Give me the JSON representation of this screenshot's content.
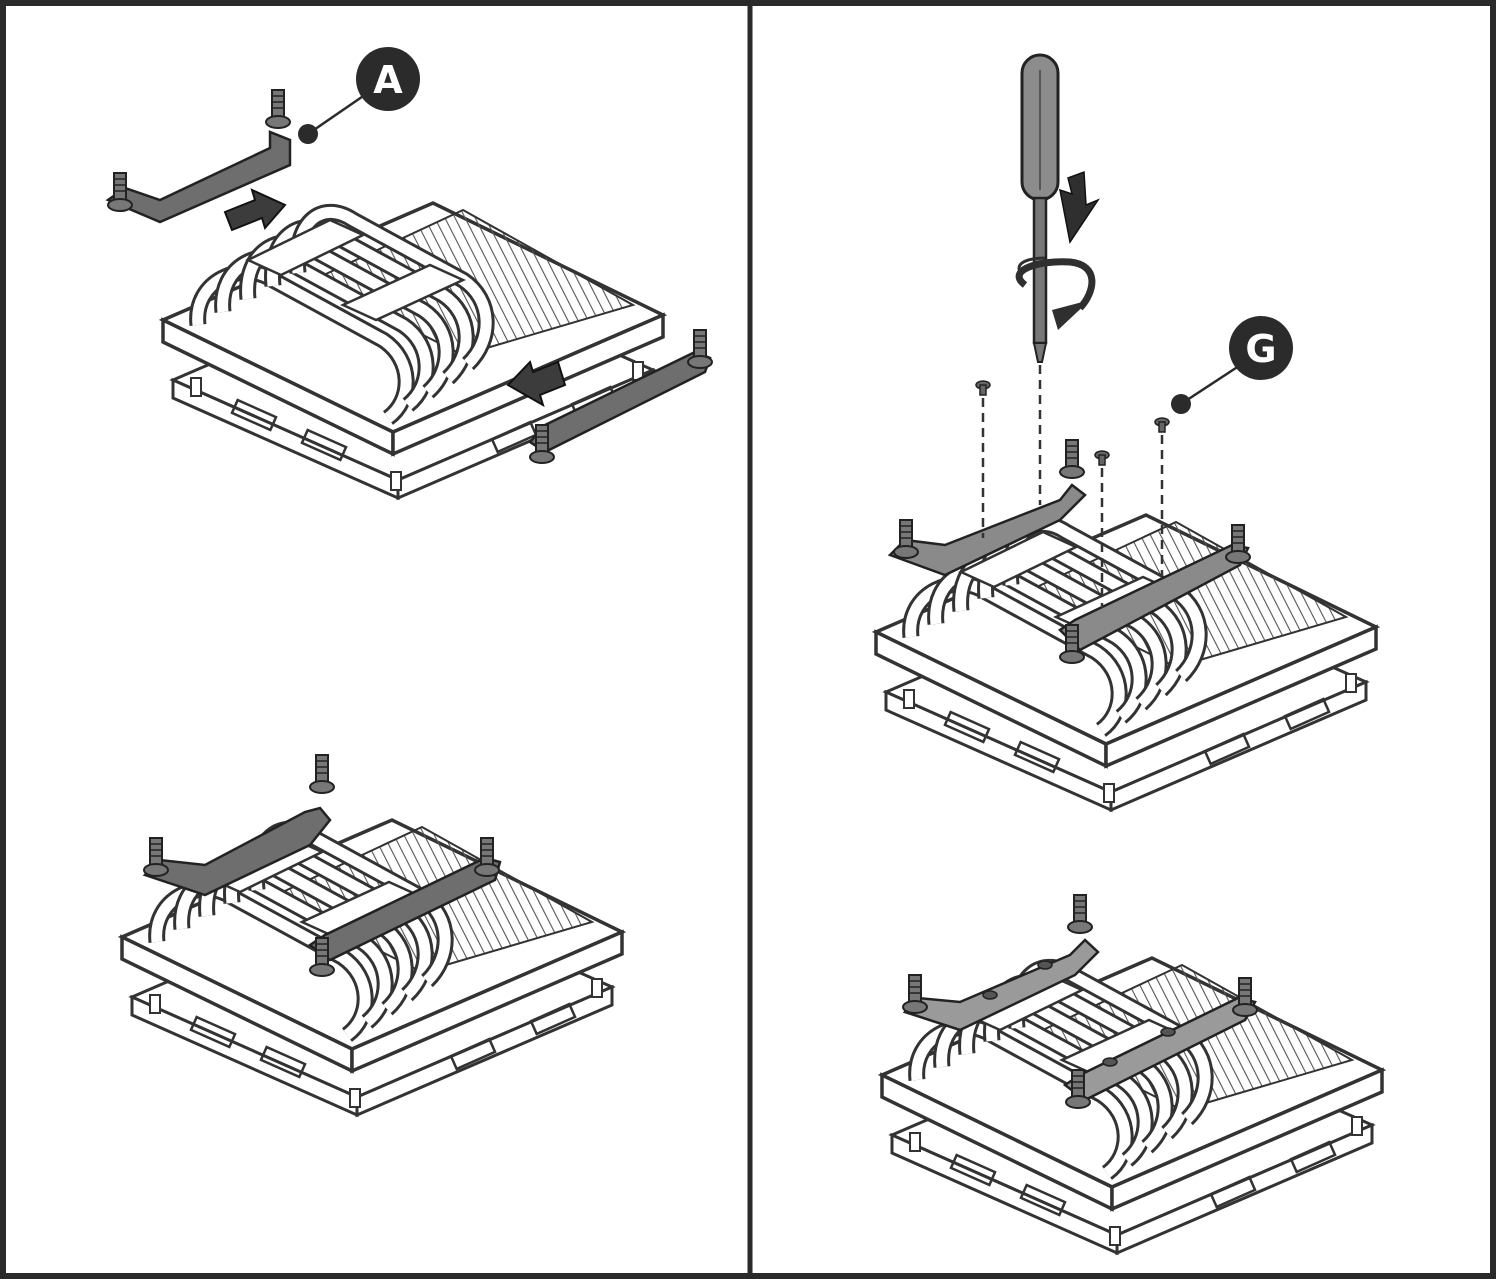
{
  "colors": {
    "frame": "#2a2a2a",
    "line": "#3a3a3a",
    "fin": "#5a5a5a",
    "bracket": "#6e6e6e",
    "arrow": "#3c3c3c",
    "callout": "#2b2b2b",
    "background": "#ffffff"
  },
  "panels": [
    {
      "name": "left-panel",
      "steps": [
        "attach-brackets-exploded",
        "brackets-attached"
      ]
    },
    {
      "name": "right-panel",
      "steps": [
        "screw-brackets-exploded",
        "brackets-screwed"
      ]
    }
  ],
  "callouts": {
    "a": {
      "label": "A",
      "part": "mounting-bracket"
    },
    "g": {
      "label": "G",
      "part": "bracket-screw"
    }
  },
  "icons": {
    "screwdriver": "screwdriver-icon",
    "push": "arrow-down-icon",
    "rotate": "rotate-clockwise-icon",
    "slide": "arrow-right-icon"
  }
}
